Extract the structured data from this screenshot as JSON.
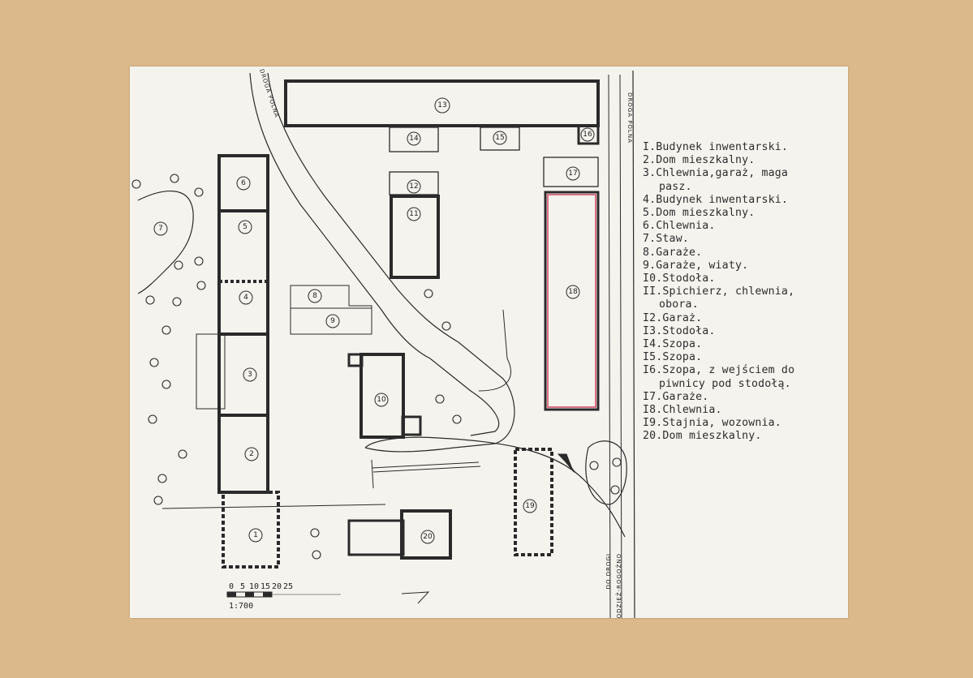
{
  "map": {
    "road_labels": {
      "droga_polna_left": "DROGA POLNA",
      "droga_polna_right": "DROGA POLNA",
      "do_drogi": "DO DROGI",
      "chodziez": "CHODZIEŻ-ROGOŹNO"
    },
    "scale": {
      "ticks": [
        "0",
        "5",
        "10",
        "15",
        "20",
        "25"
      ],
      "ratio": "1:700"
    },
    "building_numbers": [
      "1",
      "2",
      "3",
      "4",
      "5",
      "6",
      "7",
      "8",
      "9",
      "10",
      "11",
      "12",
      "13",
      "14",
      "15",
      "16",
      "17",
      "18",
      "19",
      "20"
    ]
  },
  "legend": [
    {
      "text": "I.Budynek inwentarski."
    },
    {
      "text": "2.Dom mieszkalny."
    },
    {
      "text": "3.Chlewnia,garaż, maga",
      "cont": "pasz."
    },
    {
      "text": "4.Budynek inwentarski."
    },
    {
      "text": "5.Dom mieszkalny."
    },
    {
      "text": "6.Chlewnia."
    },
    {
      "text": "7.Staw."
    },
    {
      "text": "8.Garaże."
    },
    {
      "text": "9.Garaże, wiaty."
    },
    {
      "text": "I0.Stodoła."
    },
    {
      "text": "II.Spichierz, chlewnia,",
      "cont": "obora."
    },
    {
      "text": "I2.Garaż."
    },
    {
      "text": "I3.Stodoła."
    },
    {
      "text": "I4.Szopa."
    },
    {
      "text": "I5.Szopa."
    },
    {
      "text": "I6.Szopa, z wejściem do",
      "cont": "piwnicy pod stodołą."
    },
    {
      "text": "I7.Garaże."
    },
    {
      "text": "I8.Chlewnia."
    },
    {
      "text": "I9.Stajnia, wozownia."
    },
    {
      "text": "20.Dom mieszkalny."
    }
  ],
  "colors": {
    "background": "#dcb98b",
    "paper": "#f4f3ee",
    "ink": "#2a2a2a",
    "highlight": "#d4506a"
  }
}
